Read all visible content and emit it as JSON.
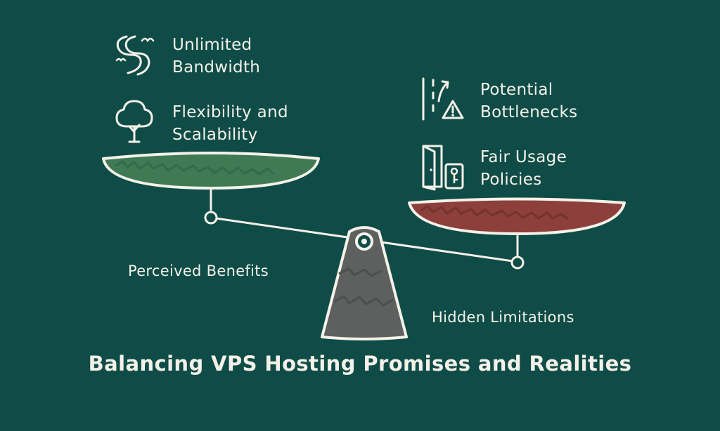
{
  "title": "Balancing VPS Hosting Promises and Realities",
  "left_side": {
    "label": "Perceived Benefits",
    "items": [
      {
        "label": "Unlimited\nBandwidth",
        "icon": "river-icon"
      },
      {
        "label": "Flexibility and\nScalability",
        "icon": "tree-icon"
      }
    ]
  },
  "right_side": {
    "label": "Hidden Limitations",
    "items": [
      {
        "label": "Potential\nBottlenecks",
        "icon": "road-warning-icon"
      },
      {
        "label": "Fair Usage\nPolicies",
        "icon": "door-key-icon"
      }
    ]
  },
  "colors": {
    "background": "#0f4c47",
    "left_pan": "#3f7a55",
    "right_pan": "#8c3f3b",
    "fulcrum": "#5e5f5f",
    "chalk": "#f4f1e8"
  }
}
